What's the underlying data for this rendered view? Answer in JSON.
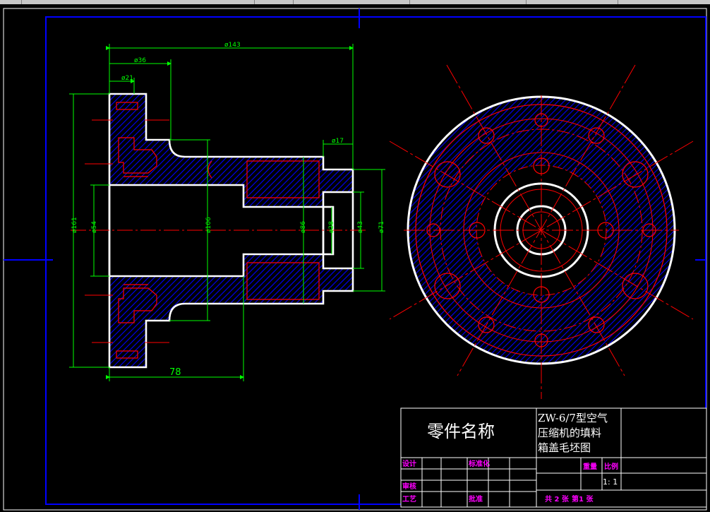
{
  "dimensions": {
    "d143": "ø143",
    "d36": "ø36",
    "d21": "ø21",
    "d17": "ø17",
    "d161": "ø161",
    "d54": "ø54",
    "d106": "ø106",
    "d86": "ø86",
    "d28": "ø28",
    "d43": "ø43",
    "d71": "ø71",
    "len78": "78"
  },
  "title_block": {
    "part_name_label": "零件名称",
    "part_name_line1": "ZW-6/7型空气",
    "part_name_line2": "压缩机的填料",
    "part_name_line3": "箱盖毛坯图",
    "design": "设计",
    "standardize": "标准化",
    "review": "审核",
    "process": "工艺",
    "approve": "批准",
    "weight": "重量",
    "scale_label": "比例",
    "scale_value": "1: 1",
    "sheets_total": "共 2 张",
    "sheet_no": "第1 张"
  },
  "colors": {
    "background": "#000000",
    "outline": "#ffffff",
    "center_line": "#ff0000",
    "hatch": "#0000ff",
    "dimension": "#00ff00",
    "frame": "#0000ff",
    "title_label": "#ff00ff"
  }
}
